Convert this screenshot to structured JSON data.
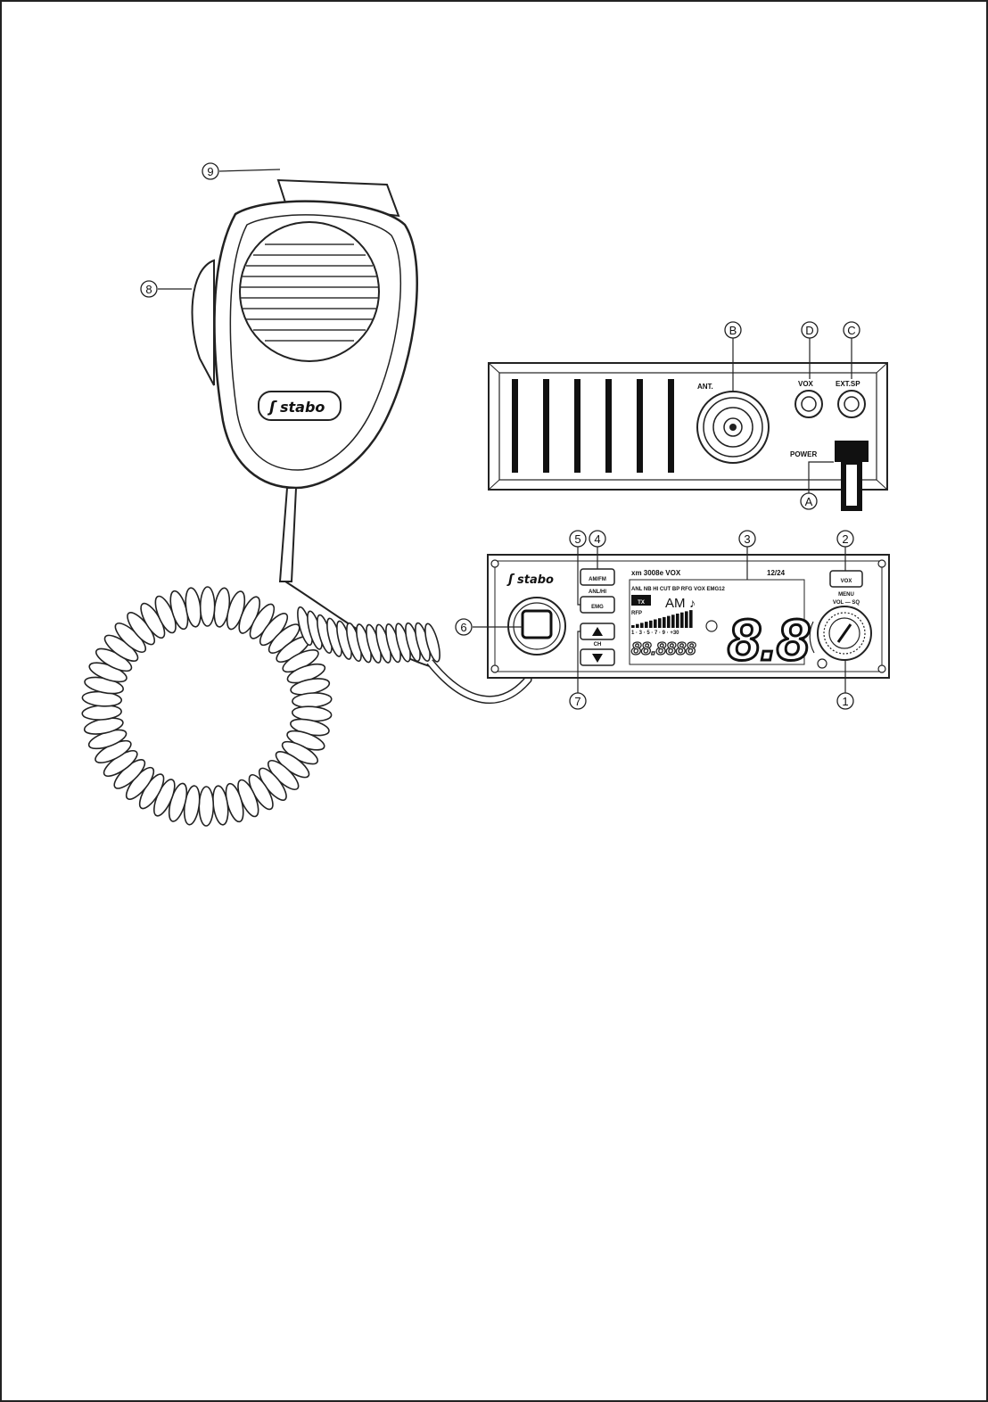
{
  "microphone": {
    "brand": "stabo",
    "callout_8": "8",
    "callout_9": "9"
  },
  "rear_panel": {
    "callout_A": "A",
    "callout_B": "B",
    "callout_C": "C",
    "callout_D": "D",
    "ant_label": "ANT.",
    "vox_label": "VOX",
    "ext_sp_label": "EXT.SP",
    "power_label": "POWER"
  },
  "front_panel": {
    "brand": "stabo",
    "model": "xm 3008e VOX",
    "voltage": "12/24",
    "am_fm_button": "AM/FM",
    "anl_hi_label": "ANL/HI",
    "emg_button": "EMG",
    "ch_label": "CH",
    "vox_button": "VOX",
    "menu_label": "MENU",
    "vol_sq_label": "VOL — SQ",
    "lcd_top_row": "ANL NB HI CUT BP RFG VOX EMG12",
    "lcd_tx": "TX",
    "lcd_rfp": "RFP",
    "lcd_mode": "AM",
    "lcd_scale": "1 · 3 · 5 · 7 · 9 · +30",
    "lcd_freq": "88.8888",
    "lcd_channel": "8.8",
    "callout_1": "1",
    "callout_2": "2",
    "callout_3": "3",
    "callout_4": "4",
    "callout_5": "5",
    "callout_6": "6",
    "callout_7": "7"
  },
  "icons": [
    "microphone-icon",
    "speaker-grille-icon",
    "antenna-connector-icon",
    "power-cable-icon",
    "rotary-knob-icon",
    "up-arrow-icon",
    "down-arrow-icon",
    "mic-socket-icon"
  ]
}
